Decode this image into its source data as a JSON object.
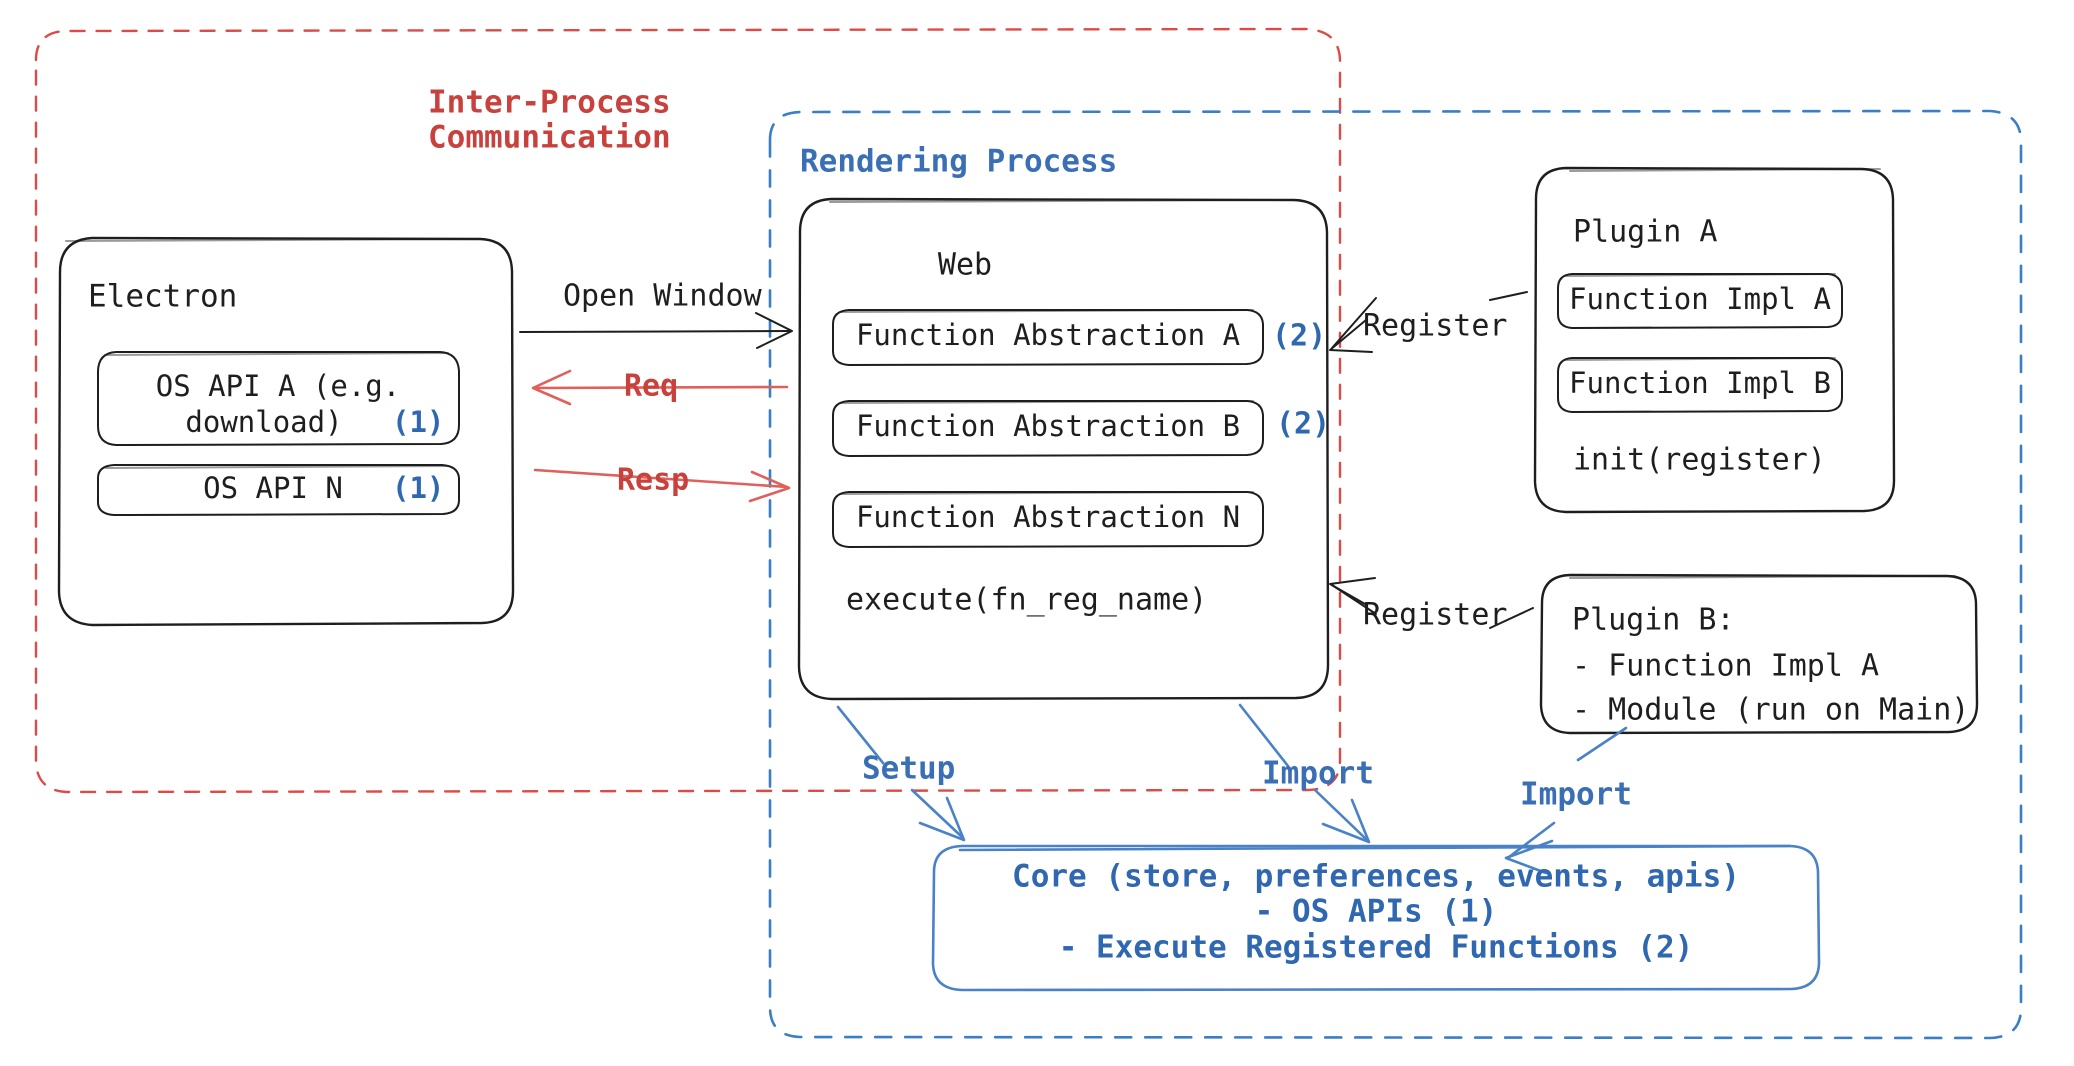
{
  "diagram": {
    "title_hidden": "Electron plugin architecture diagram",
    "colors": {
      "ipc_red": "#c9413c",
      "process_blue": "#3a6fb5",
      "core_blue": "#2f67b0",
      "box_dark": "#1e1e1e",
      "background": "#ffffff"
    },
    "regions": {
      "ipc": {
        "label_line1": "Inter-Process",
        "label_line2": "Communication"
      },
      "rendering": {
        "label": "Rendering Process"
      }
    },
    "boxes": {
      "electron": {
        "title": "Electron",
        "items": [
          {
            "label_line1": "OS API A (e.g.",
            "label_line2": "download)",
            "marker": "(1)"
          },
          {
            "label": "OS API N",
            "marker": "(1)"
          }
        ]
      },
      "web": {
        "title": "Web",
        "items": [
          {
            "label": "Function Abstraction A",
            "marker": "(2)"
          },
          {
            "label": "Function Abstraction B",
            "marker": "(2)"
          },
          {
            "label": "Function Abstraction N",
            "marker": ""
          }
        ],
        "footer": "execute(fn_reg_name)"
      },
      "plugin_a": {
        "title": "Plugin A",
        "items": [
          {
            "label": "Function Impl A"
          },
          {
            "label": "Function Impl B"
          }
        ],
        "footer": "init(register)"
      },
      "plugin_b": {
        "lines": [
          "Plugin B:",
          "- Function Impl A",
          "- Module (run on Main)"
        ]
      },
      "core": {
        "lines": [
          "Core (store, preferences, events, apis)",
          "- OS APIs (1)",
          "- Execute Registered Functions (2)"
        ]
      }
    },
    "edges": {
      "open_window": "Open Window",
      "req": "Req",
      "resp": "Resp",
      "register_a": "Register",
      "register_b": "Register",
      "setup": "Setup",
      "import_web": "Import",
      "import_plugin_b": "Import"
    }
  }
}
